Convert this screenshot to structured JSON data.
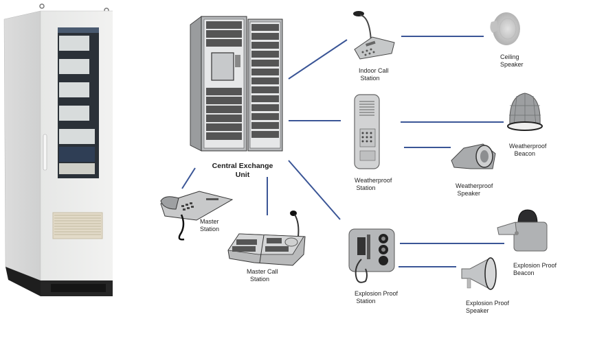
{
  "diagram": {
    "title": "Central Exchange Unit network",
    "line_color": "#3a5596",
    "nodes": [
      {
        "id": "cabinet",
        "label": ""
      },
      {
        "id": "central_exchange",
        "label": "Central Exchange\nUnit"
      },
      {
        "id": "indoor_call_station",
        "label": "Indoor Call\n Station"
      },
      {
        "id": "ceiling_speaker",
        "label": "Ceiling\nSpeaker"
      },
      {
        "id": "weatherproof_station",
        "label": "Weatherproof\n Station"
      },
      {
        "id": "weatherproof_beacon",
        "label": "Weatherproof\n   Beacon"
      },
      {
        "id": "weatherproof_speaker",
        "label": "Weatherproof\n Speaker"
      },
      {
        "id": "master_station",
        "label": "Master\nStation"
      },
      {
        "id": "master_call_station",
        "label": "Master Call\n  Station"
      },
      {
        "id": "explosion_proof_station",
        "label": "Explosion Proof\n Station"
      },
      {
        "id": "explosion_proof_beacon",
        "label": "Explosion Proof\nBeacon"
      },
      {
        "id": "explosion_proof_speaker",
        "label": "Explosion Proof\nSpeaker"
      }
    ],
    "edges": [
      {
        "from": "central_exchange",
        "to": "indoor_call_station"
      },
      {
        "from": "central_exchange",
        "to": "weatherproof_station"
      },
      {
        "from": "central_exchange",
        "to": "explosion_proof_station"
      },
      {
        "from": "central_exchange",
        "to": "master_station"
      },
      {
        "from": "central_exchange",
        "to": "master_call_station"
      },
      {
        "from": "indoor_call_station",
        "to": "ceiling_speaker"
      },
      {
        "from": "weatherproof_station",
        "to": "weatherproof_beacon"
      },
      {
        "from": "weatherproof_station",
        "to": "weatherproof_speaker"
      },
      {
        "from": "explosion_proof_station",
        "to": "explosion_proof_beacon"
      },
      {
        "from": "explosion_proof_station",
        "to": "explosion_proof_speaker"
      }
    ]
  }
}
